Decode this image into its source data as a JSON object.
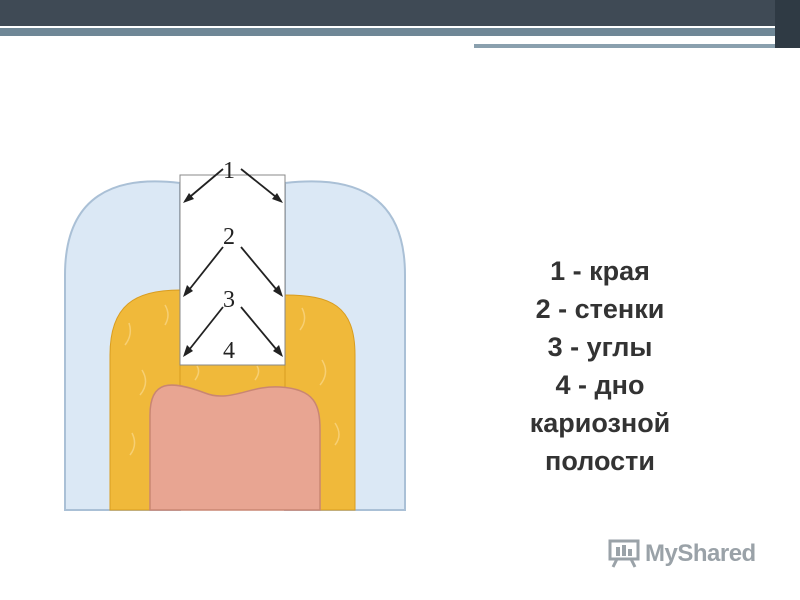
{
  "diagram": {
    "labels": {
      "n1": "1",
      "n2": "2",
      "n3": "3",
      "n4": "4"
    }
  },
  "legend": {
    "line1": "1 - края",
    "line2": "2 - стенки",
    "line3": "3 - углы",
    "line4": "4 - дно",
    "line5": "кариозной",
    "line6": "полости"
  },
  "watermark": {
    "text": "MyShared"
  },
  "colors": {
    "enamel": "#dbe8f5",
    "dentin": "#f0b93a",
    "pulp": "#e8a592",
    "header": "#3f4a55"
  }
}
